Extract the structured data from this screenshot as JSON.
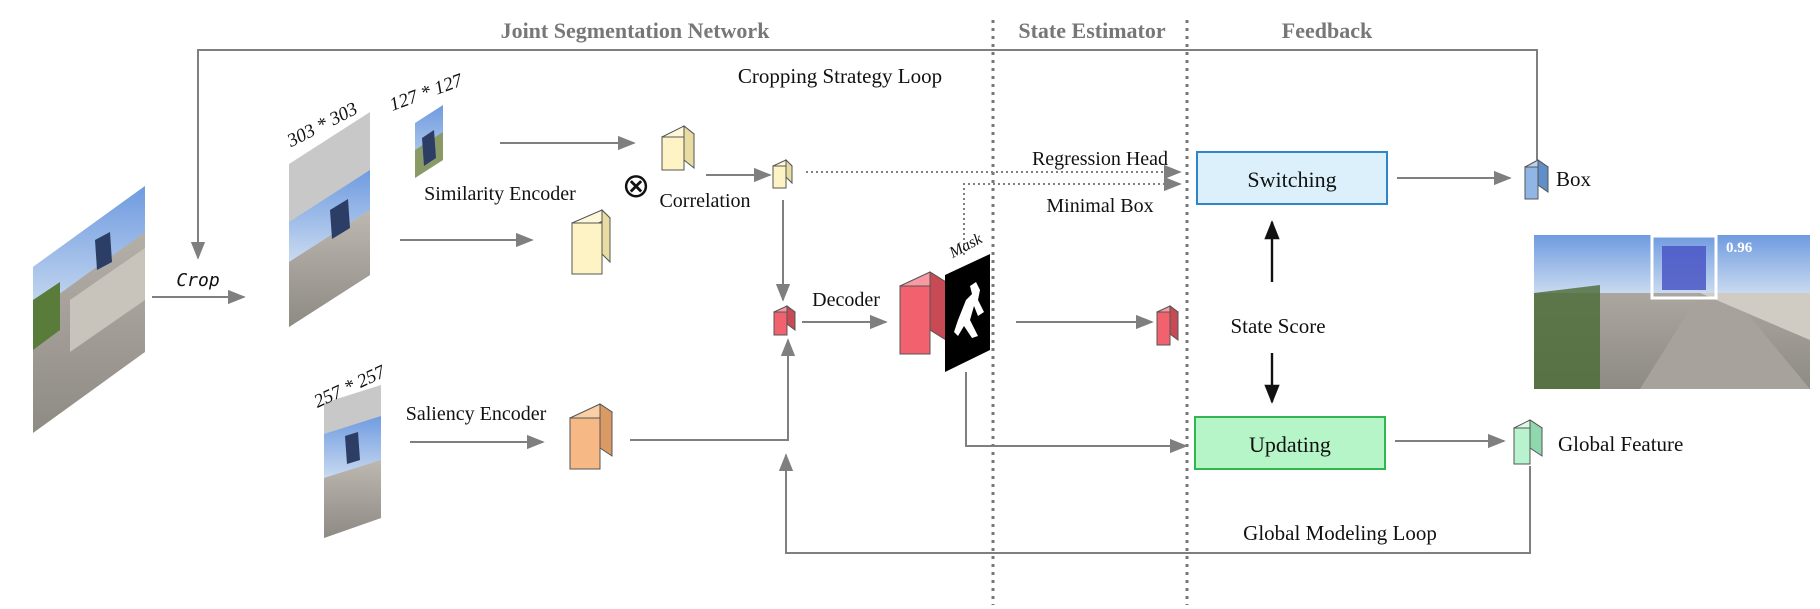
{
  "sections": {
    "joint": "Joint Segmentation Network",
    "state": "State Estimator",
    "feedback": "Feedback"
  },
  "loops": {
    "cropping": "Cropping Strategy Loop",
    "global": "Global Modeling Loop"
  },
  "labels": {
    "crop": "Crop",
    "size_303": "303 * 303",
    "size_127": "127 * 127",
    "size_257": "257 * 257",
    "similarity_encoder": "Similarity Encoder",
    "saliency_encoder": "Saliency Encoder",
    "correlation": "Correlation",
    "correlation_symbol": "⊗",
    "decoder": "Decoder",
    "mask": "Mask",
    "regression_head": "Regression Head",
    "minimal_box": "Minimal Box",
    "state_score": "State Score",
    "box": "Box",
    "global_feature": "Global  Feature",
    "confidence": "0.96"
  },
  "modules": {
    "switching": "Switching",
    "updating": "Updating"
  },
  "colors": {
    "similarity_block": "#fdf3c4",
    "saliency_block": "#f6b985",
    "decoder_block": "#f2616e",
    "box_block": "#8fb6e4",
    "global_block": "#b8f2cf",
    "switching_fill": "#dcf0fc",
    "switching_border": "#2e86c8",
    "updating_fill": "#b6f5c8",
    "updating_border": "#33b552"
  }
}
